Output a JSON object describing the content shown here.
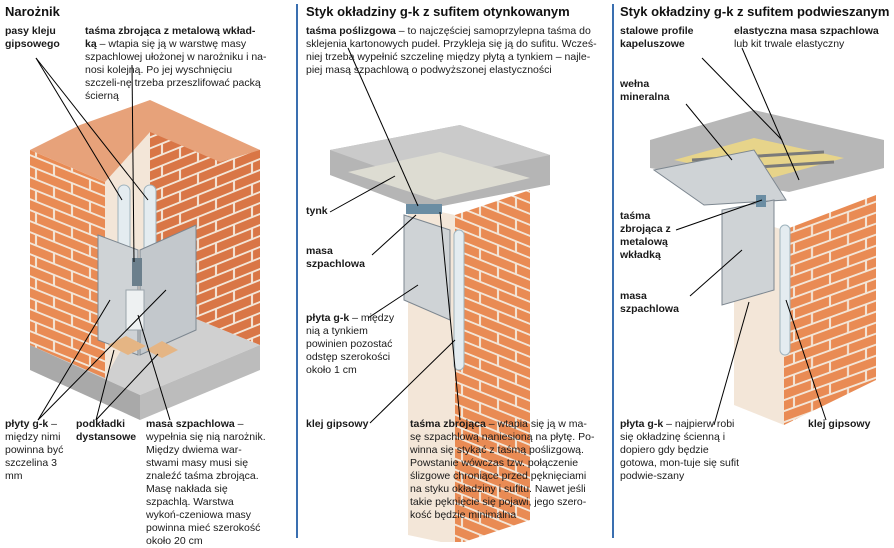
{
  "colors": {
    "brick": "#e98b54",
    "brick_dark": "#c9683a",
    "mortar": "#f3e6d8",
    "concrete": "#bdbdbd",
    "concrete_dark": "#9c9c9c",
    "board": "#cfd3d6",
    "divider": "#3a6fb0"
  },
  "panels": [
    {
      "title": "Narożnik",
      "labels": {
        "pasy": "pasy kleju gipsowego",
        "tasma_head": "taśma zbrojąca z metalową wkład-ką",
        "tasma_body": " – wtapia się ją w warstwę masy szpachlowej ułożonej w narożniku i na-nosi kolejną. Po jej wyschnięciu szczeli-nę trzeba przeszlifować packą ścierną",
        "plyty_head": "płyty g-k",
        "plyty_body": " – między nimi powinna być szczelina 3 mm",
        "podkladki": "podkładki dystansowe",
        "masa_head": "masa szpachlowa",
        "masa_body": " – wypełnia się nią narożnik. Między dwiema war-stwami masy musi się znaleźć taśma zbrojąca. Masę nakłada się szpachlą. Warstwa wykoń-czeniowa masy powinna mieć szerokość około 20 cm"
      }
    },
    {
      "title": "Styk okładziny g-k z sufitem otynkowanym",
      "labels": {
        "posl_head": "taśma poślizgowa",
        "posl_body": " – to najczęściej samoprzylepna taśma do sklejenia kartonowych pudeł. Przykleja się ją do sufitu. Wcześ-niej trzeba wypełnić szczelinę między płytą a tynkiem – najle-piej masą szpachlową o podwyższonej elastyczności",
        "tynk": "tynk",
        "masa": "masa szpachlowa",
        "plyta_head": "płyta g-k",
        "plyta_body": " – między nią a tynkiem powinien pozostać odstęp szerokości około 1 cm",
        "klej": "klej gipsowy",
        "tasma_head": "taśma zbrojąca",
        "tasma_body": " – wtapia się ją w ma-sę szpachlową naniesioną na płytę. Po-winna się stykać z taśmą poślizgową. Powstanie wówczas tzw. połączenie ślizgowe chroniące przed pęknięciami na styku okładziny i sufitu. Nawet jeśli takie pęknięcie się pojawi, jego szero-kość będzie minimalna"
      }
    },
    {
      "title": "Styk okładziny g-k z sufitem podwieszanym",
      "labels": {
        "profile": "stalowe profile kapeluszowe",
        "elast_head": "elastyczna masa szpachlowa",
        "elast_body": "lub kit trwale elastyczny",
        "welna": "wełna mineralna",
        "tasma": "taśma zbrojąca z metalową wkładką",
        "masa": "masa szpachlowa",
        "plyta_head": "płyta g-k",
        "plyta_body": " – najpierw robi się okładzinę ścienną i dopiero gdy będzie gotowa, mon-tuje się sufit podwie-szany",
        "klej": "klej gipsowy"
      }
    }
  ]
}
